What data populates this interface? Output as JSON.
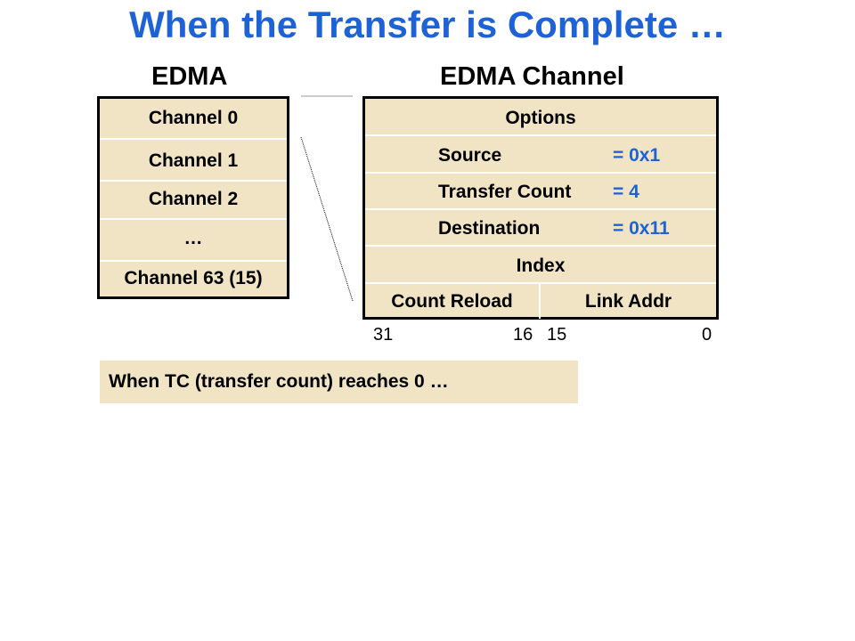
{
  "title": "When the Transfer is Complete …",
  "left": {
    "heading": "EDMA",
    "channels": [
      "Channel 0",
      "Channel 1",
      "Channel 2",
      "…",
      "Channel 63 (15)"
    ]
  },
  "right": {
    "heading": "EDMA Channel",
    "options": "Options",
    "source_label": "Source",
    "source_value": "= 0x1",
    "count_label": "Transfer Count",
    "count_value": "= 4",
    "dest_label": "Destination",
    "dest_value": "= 0x11",
    "index": "Index",
    "count_reload": "Count Reload",
    "link_addr": "Link Addr"
  },
  "bits": [
    "31",
    "16",
    "15",
    "0"
  ],
  "note": "When TC (transfer count) reaches 0 …",
  "colors": {
    "accent": "#1e63d6",
    "fill": "#f0e4c4"
  }
}
